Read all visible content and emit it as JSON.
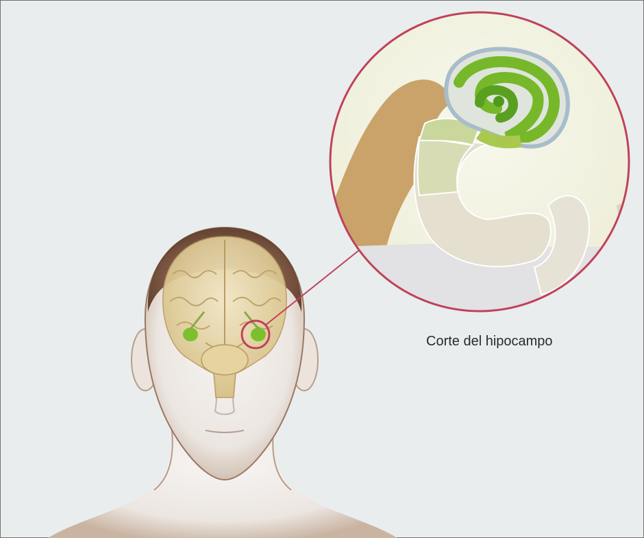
{
  "caption": "Corte del hipocampo",
  "colors": {
    "background": "#e9edee",
    "highlight_ring": "#c0415a",
    "hippocampus_green": "#6cbf2a",
    "skin": "#f1eeec",
    "brain": "#e3d2a2"
  },
  "icons": [
    "human-head-illustration",
    "brain-illustration",
    "hippocampus-cross-section"
  ]
}
